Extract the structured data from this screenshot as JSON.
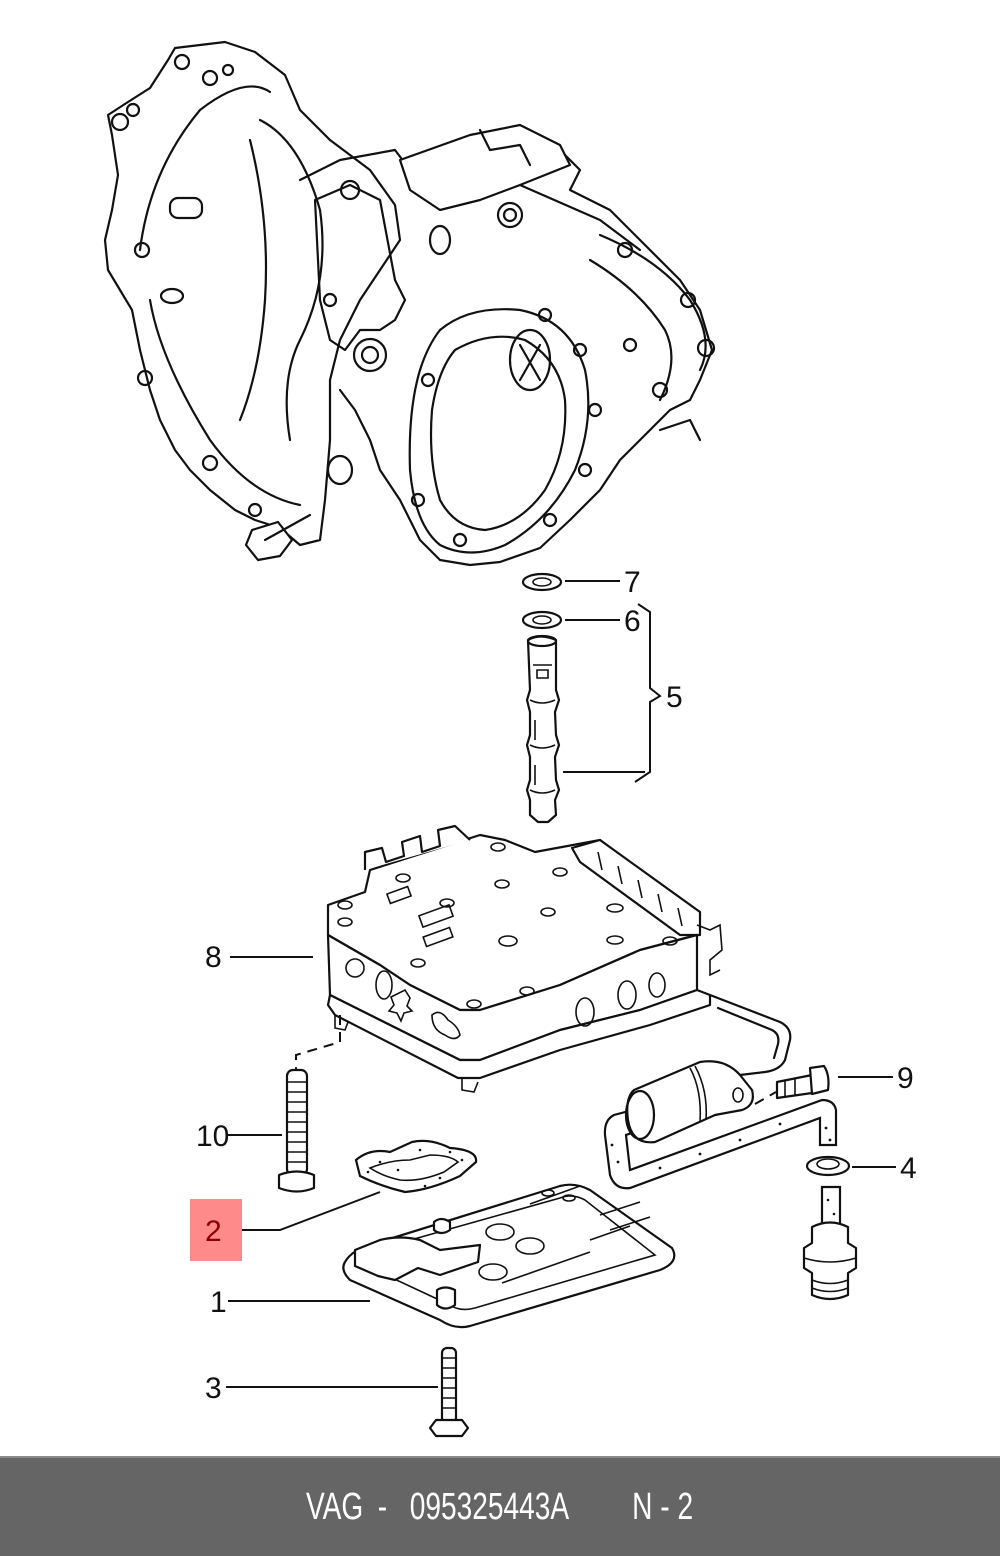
{
  "diagram": {
    "title": "Automatic transmission valve body exploded view",
    "highlighted_callout": "2",
    "highlight_color": "#ff8a8a",
    "callouts": [
      {
        "id": "7",
        "label": "7",
        "part": "washer-top"
      },
      {
        "id": "6",
        "label": "6",
        "part": "washer"
      },
      {
        "id": "5",
        "label": "5",
        "part": "solenoid-valve-assembly"
      },
      {
        "id": "8",
        "label": "8",
        "part": "valve-body"
      },
      {
        "id": "9",
        "label": "9",
        "part": "screw"
      },
      {
        "id": "10",
        "label": "10",
        "part": "bolt"
      },
      {
        "id": "4",
        "label": "4",
        "part": "seal-ring"
      },
      {
        "id": "2",
        "label": "2",
        "part": "gasket"
      },
      {
        "id": "1",
        "label": "1",
        "part": "strainer-filter"
      },
      {
        "id": "3",
        "label": "3",
        "part": "bolt"
      }
    ],
    "parts_icons": [
      "transmission-housing-icon",
      "solenoid-valve-icon",
      "valve-body-icon",
      "filter-icon",
      "gasket-icon",
      "bolt-icon",
      "sensor-icon",
      "wiring-harness-icon"
    ]
  },
  "footer": {
    "brand": "VAG",
    "separator": "-",
    "part_number": "095325443A",
    "position_label": "N - 2",
    "background": "#656565",
    "text_color": "#ffffff"
  }
}
